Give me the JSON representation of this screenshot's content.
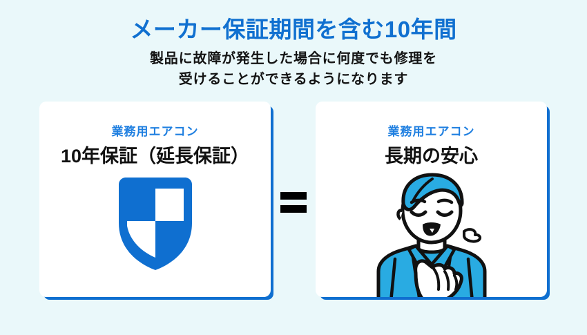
{
  "page": {
    "background_color": "#eaf8fa",
    "accent_blue": "#1070d0",
    "eyebrow_blue": "#1f7fe0",
    "art_cyan": "#29abe2",
    "text_black": "#111111"
  },
  "heading": {
    "title": "メーカー保証期間を含む10年間",
    "subtitle_line1": "製品に故障が発生した場合に何度でも修理を",
    "subtitle_line2": "受けることができるようになります"
  },
  "cards": {
    "left": {
      "eyebrow": "業務用エアコン",
      "title": "10年保証（延長保証）",
      "illustration": "shield-icon"
    },
    "right": {
      "eyebrow": "業務用エアコン",
      "title": "長期の安心",
      "illustration": "relieved-person-icon"
    }
  },
  "operator": {
    "symbol": "=",
    "name": "equals-sign"
  }
}
